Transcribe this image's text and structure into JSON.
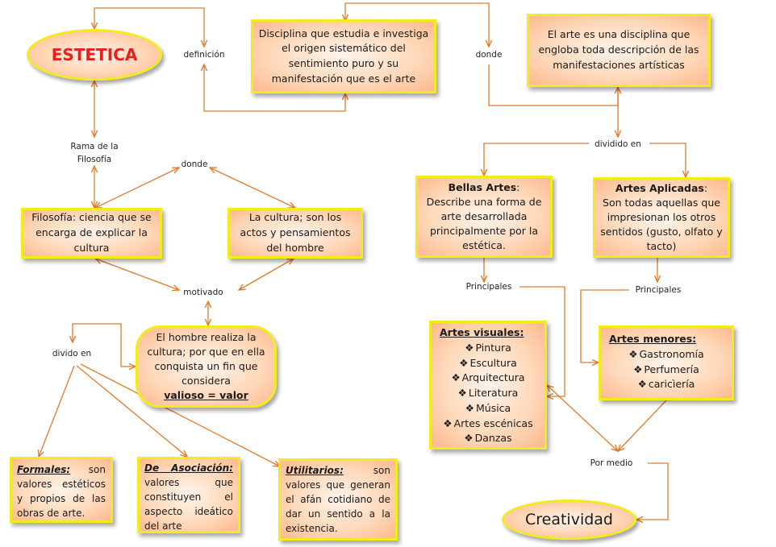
{
  "nodes": {
    "estetica": "ESTETICA",
    "definicion": "Disciplina que estudia e investiga el origen sistemático del sentimiento puro y su manifestación que es el arte",
    "arte": "El arte es una disciplina que engloba toda descripción de las manifestaciones artísticas",
    "filosofia": "Filosofía: ciencia que se encarga de explicar la cultura",
    "cultura": "La cultura; son los actos y pensamientos del hombre",
    "hombre": {
      "text": "El hombre realiza la cultura;  por que en ella conquista un fin que considera",
      "emph": "valioso = valor"
    },
    "bellas": {
      "title": "Bellas Artes",
      "colon": ":",
      "text": "Describe una forma de arte desarrollada principalmente por la estética."
    },
    "aplicadas": {
      "title": "Artes Aplicadas",
      "colon": ":",
      "text": "Son todas aquellas que impresionan los otros sentidos (gusto, olfato y tacto)"
    },
    "visuales": {
      "title": "Artes visuales:",
      "items": [
        "Pintura",
        "Escultura",
        "Arquitectura",
        "Literatura",
        "Música",
        "Artes escénicas",
        "Danzas"
      ]
    },
    "menores": {
      "title": "Artes menores:",
      "items": [
        "Gastronomía",
        "Perfumería",
        "caricìería"
      ]
    },
    "formales": {
      "title": "Formales:",
      "text": "son valores estéticos y propios de las obras de arte."
    },
    "asociacion": {
      "title": "De Asociación:",
      "text": "valores que constituyen el aspecto ideático del arte"
    },
    "utilitarios": {
      "title": "Utilitarios:",
      "text": "son valores que generan el afán cotidiano de dar un sentido a la existencia."
    },
    "creatividad": "Creatividad"
  },
  "labels": {
    "definicion": "definición",
    "donde_top": "donde",
    "rama": "Rama de la Filosofía",
    "donde_mid": "donde",
    "motivado": "motivado",
    "dividido": "dividido en",
    "principales_1": "Principales",
    "principales_2": "Principales",
    "divido": "divido en",
    "por_medio": "Por medio"
  },
  "colors": {
    "arrow": "#e07b2a",
    "box_border": "#f2ec1c",
    "title_red": "#e8201b"
  }
}
